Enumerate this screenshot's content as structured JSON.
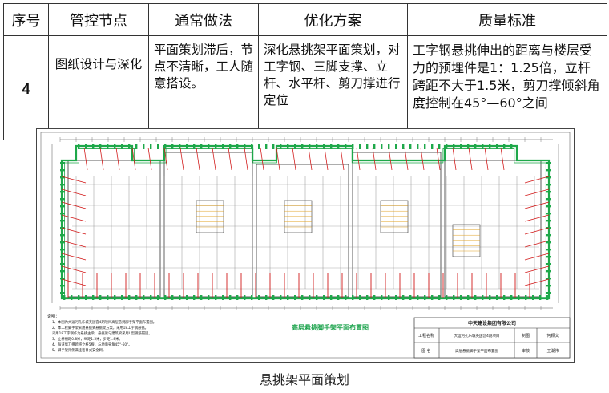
{
  "table": {
    "headers": [
      "序号",
      "管控节点",
      "通常做法",
      "优化方案",
      "质量标准"
    ],
    "row": {
      "num": "4",
      "node": "图纸设计与深化",
      "usual": "平面策划滞后，节点不清晰，工人随意搭设。",
      "optimized": "深化悬挑架平面策划，对工字钢、三脚支撑、立杆、水平杆、剪刀撑进行定位",
      "standard": "工字钢悬挑伸出的距离与楼层受力的预埋件是1：1.25倍，立杆跨距不大于1.5米，剪刀撑倾斜角度控制在45°—60°之间"
    }
  },
  "drawing": {
    "title": "高层悬挑脚手架平面布置图",
    "company": "中天建设集团有限公司",
    "project_label": "工程名称",
    "project_name": "大运河孔乐城英国宫4期项目",
    "drawing_label": "图    名",
    "drawing_name": "高层悬挑脚手架平面布置图",
    "drawn_label": "制图",
    "drawn_name": "何颖文",
    "check_label": "审核",
    "check_name": "王潮伟",
    "notes_heading": "说明：",
    "notes": [
      "1、本图为大运河孔乐城英国宫4期项目高层悬挑脚手架平面布置图。",
      "2、本工程脚手架采用悬挑式悬挑架方案，采用18工字钢悬挑。",
      "   采用18工字钢作为悬挑主梁，悬挑梁与建筑梁采用U型钢筋锚固。",
      "3、立杆横距0.8米，纵距1.5米，步距1.8米。",
      "4、每道剪刀撑跨越立杆5根，与地面夹角45°-60°。",
      "5、脚手架外侧满挂密目式安全网。"
    ],
    "legend_green": "#1ea84a",
    "legend_red": "#d21a1a"
  },
  "caption": "悬挑架平面策划"
}
